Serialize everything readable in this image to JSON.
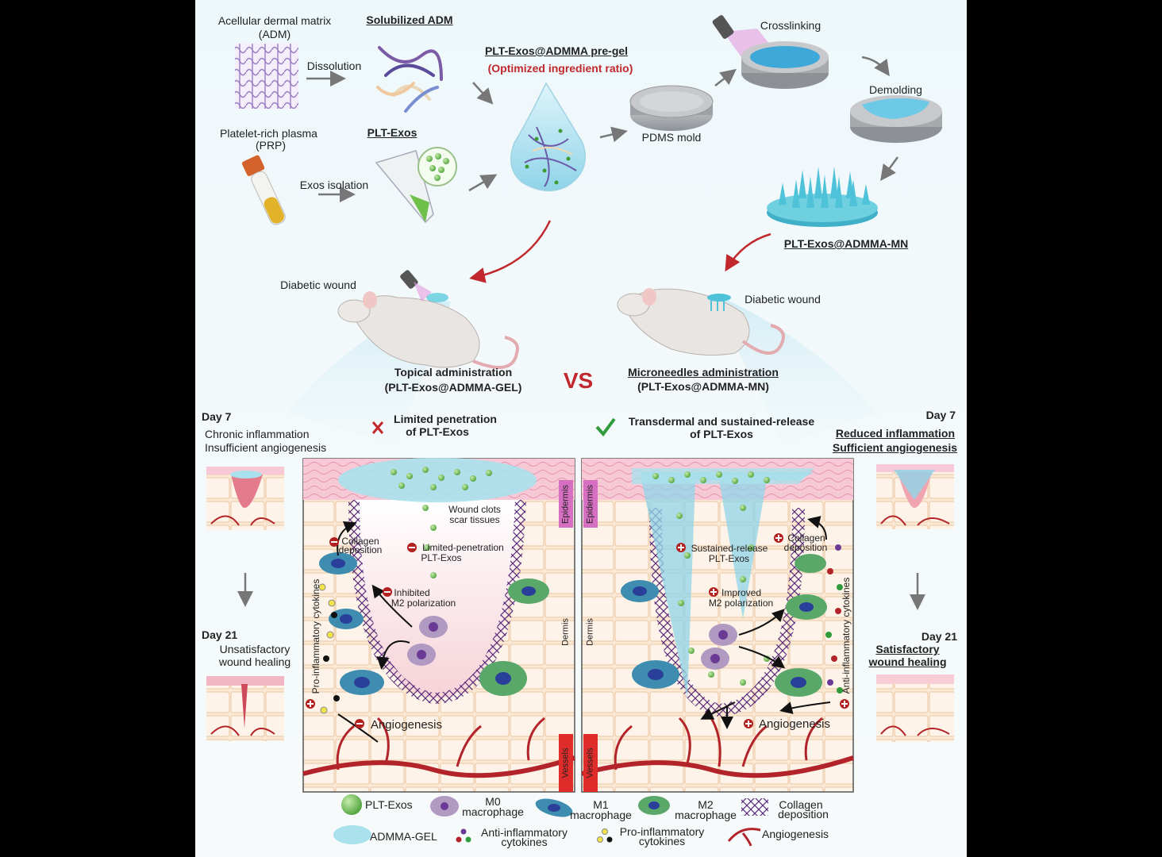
{
  "top": {
    "adm": "Acellular dermal matrix",
    "adm_abbr": "(ADM)",
    "dissolution": "Dissolution",
    "solubilized": "Solubilized ADM",
    "prp": "Platelet-rich plasma",
    "prp_abbr": "(PRP)",
    "exos_isolation": "Exos isolation",
    "plt_exos": "PLT-Exos",
    "pregel": "PLT-Exos@ADMMA pre-gel",
    "optimized": "(Optimized ingredient ratio)",
    "pdms": "PDMS mold",
    "crosslinking": "Crosslinking",
    "demolding": "Demolding",
    "mn": "PLT-Exos@ADMMA-MN"
  },
  "middle": {
    "wound_left": "Diabetic wound",
    "wound_right": "Diabetic wound",
    "topical": "Topical administration",
    "topical_sub": "(PLT-Exos@ADMMA-GEL)",
    "vs": "VS",
    "micro": "Microneedles administration",
    "micro_sub": "(PLT-Exos@ADMMA-MN)"
  },
  "left": {
    "day7": "Day 7",
    "chronic": "Chronic inflammation",
    "insufficient": "Insufficient angiogenesis",
    "limited_1": "Limited penetration",
    "limited_2": "of PLT-Exos",
    "day21": "Day 21",
    "unsat_1": "Unsatisfactory",
    "unsat_2": "wound healing",
    "wound_clots": "Wound clots",
    "scar": "scar tissues",
    "collagen_1": "Collagen",
    "collagen_2": "deposition",
    "limited_pen": "Limited-penetration",
    "limited_pen2": "PLT-Exos",
    "inhibited": "Inhibited",
    "m2pol": "M2 polarization",
    "pro": "Pro-inflammatory cytokines",
    "angio": "Angiogenesis",
    "epidermis": "Epidermis",
    "dermis": "Dermis",
    "vessels": "Vessels"
  },
  "right": {
    "day7": "Day 7",
    "reduced": "Reduced inflammation",
    "sufficient": "Sufficient angiogenesis",
    "trans_1": "Transdermal and sustained-release",
    "trans_2": "of PLT-Exos",
    "day21": "Day 21",
    "sat_1": "Satisfactory",
    "sat_2": "wound healing",
    "sustained_1": "Sustained-release",
    "sustained_2": "PLT-Exos",
    "collagen_1": "Collagen",
    "collagen_2": "deposition",
    "improved": "Improved",
    "m2pol": "M2 polarization",
    "anti": "Anti-inflammatory cytokines",
    "angio": "Angiogenesis",
    "epidermis": "Epidermis",
    "dermis": "Dermis",
    "vessels": "Vessels"
  },
  "legend": {
    "plt_exos": "PLT-Exos",
    "m0_1": "M0",
    "m0_2": "macrophage",
    "m1_1": "M1",
    "m1_2": "macrophage",
    "m2_1": "M2",
    "m2_2": "macrophage",
    "collagen_1": "Collagen",
    "collagen_2": "deposition",
    "gel": "ADMMA-GEL",
    "anti_1": "Anti-inflammatory",
    "anti_2": "cytokines",
    "pro_1": "Pro-inflammatory",
    "pro_2": "cytokines",
    "angio": "Angiogenesis"
  },
  "colors": {
    "accent_red": "#c0282d",
    "exos_green": "#7cc35a",
    "gel_cyan": "#9fdde6",
    "vessel_red": "#b3242a",
    "collagen_purple": "#5a2c7a",
    "epidermis_pink": "#d66fc1"
  }
}
